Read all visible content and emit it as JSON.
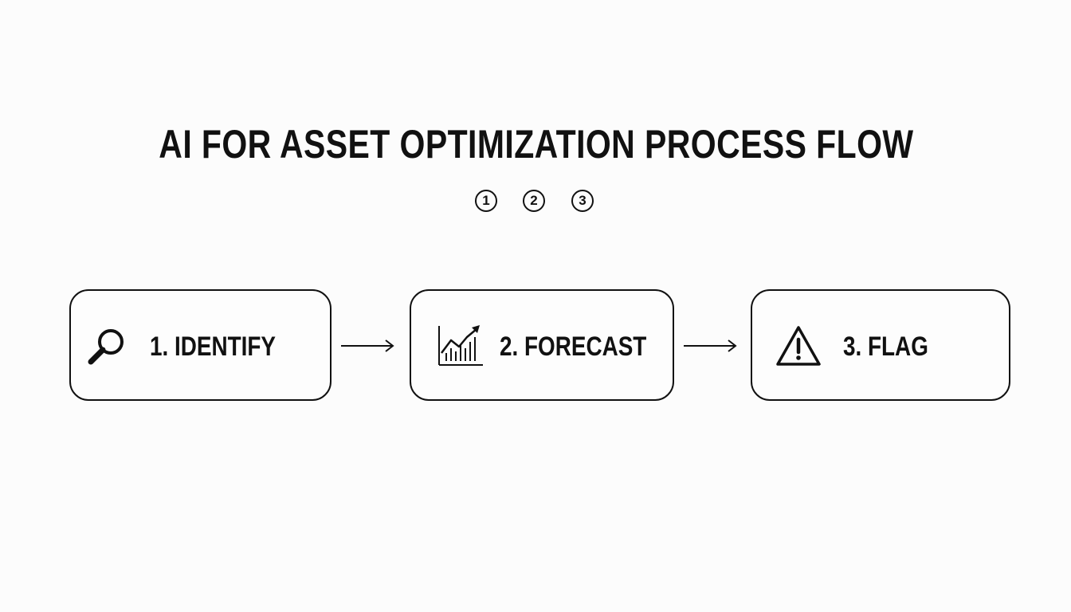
{
  "title": "AI FOR ASSET OPTIMIZATION PROCESS FLOW",
  "step_indicators": [
    "1",
    "2",
    "3"
  ],
  "steps": [
    {
      "label": "1. IDENTIFY",
      "icon": "magnifying-glass-icon"
    },
    {
      "label": "2. FORECAST",
      "icon": "trend-chart-icon"
    },
    {
      "label": "3. FLAG",
      "icon": "warning-triangle-icon"
    }
  ],
  "colors": {
    "background": "#fcfcfc",
    "stroke": "#111111"
  }
}
